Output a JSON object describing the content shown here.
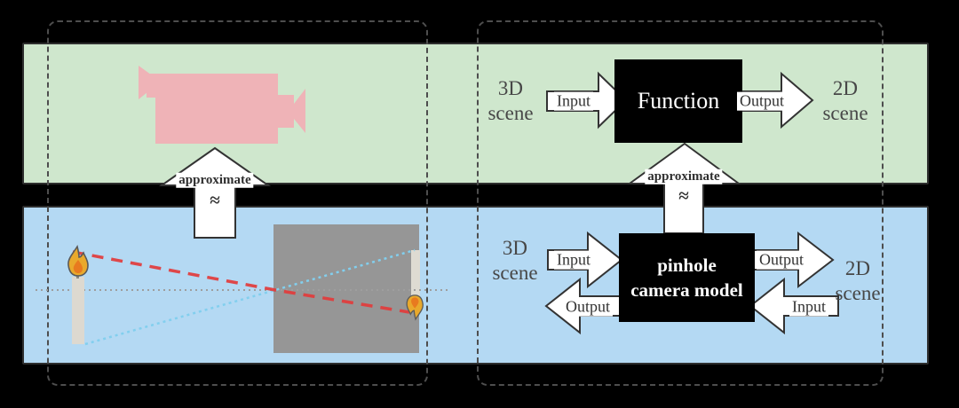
{
  "top_panel": {
    "left_scene": {
      "line1": "3D",
      "line2": "scene"
    },
    "input_label": "Input",
    "box_label": "Function",
    "output_label": "Output",
    "right_scene": {
      "line1": "2D",
      "line2": "scene"
    }
  },
  "approx_left": {
    "label": "approximate",
    "symbol": "≈"
  },
  "approx_right": {
    "label": "approximate",
    "symbol": "≈"
  },
  "bottom_panel": {
    "left_scene": {
      "line1": "3D",
      "line2": "scene"
    },
    "box_label": {
      "line1": "pinhole",
      "line2": "camera model"
    },
    "top_left_arrow_label": "Input",
    "bottom_left_arrow_label": "Output",
    "top_right_arrow_label": "Output",
    "bottom_right_arrow_label": "Input",
    "right_scene": {
      "line1": "2D",
      "line2": "scene"
    }
  },
  "icons": {
    "camera": "video-camera-icon",
    "candle": "candle-icon",
    "flame": "flame-icon",
    "inverted_flame": "inverted-flame-icon",
    "camera_box": "camera-obscura-box",
    "image_plane": "image-plane-strip",
    "optical_axis": "optical-axis-line",
    "red_ray": "red-dashed-ray",
    "blue_ray": "blue-dotted-ray",
    "up_arrow": "approximate-up-arrow"
  },
  "colors": {
    "background": "#000000",
    "green_panel": "#cfe7cd",
    "blue_panel": "#b4d9f3",
    "camera_pink": "#efb3b7",
    "box_black": "#000000",
    "arrow_fill": "#ffffff",
    "arrow_stroke": "#333333",
    "text_gray": "#474747",
    "red_ray": "#e23b3b",
    "blue_ray": "#82cfee",
    "gray_box": "#969696",
    "candle_gray": "#ddd9d0"
  }
}
